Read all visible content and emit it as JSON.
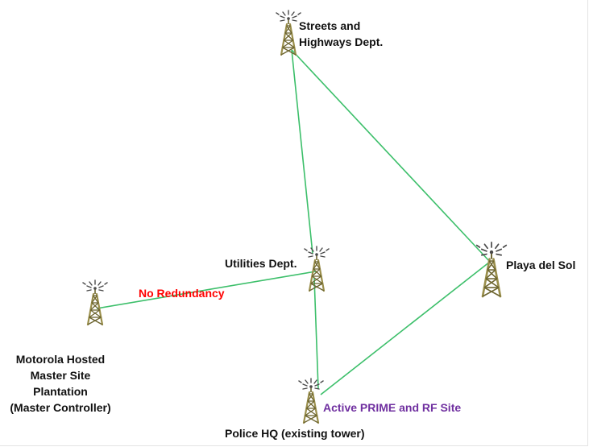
{
  "sites": {
    "streets": {
      "line1": "Streets and",
      "line2": "Highways Dept."
    },
    "utilities": {
      "label": "Utilities Dept."
    },
    "playa": {
      "label": "Playa del Sol"
    },
    "police": {
      "label": "Police HQ (existing tower)"
    },
    "master": {
      "line1": "Motorola Hosted",
      "line2": "Master Site",
      "line3": "Plantation",
      "line4": "(Master Controller)"
    }
  },
  "links": {
    "no_redundancy": {
      "label": "No Redundancy",
      "color": "#ff0000"
    },
    "link_color": "#3cbf6a"
  },
  "annotations": {
    "active_site": {
      "label": "Active PRIME and RF Site",
      "color": "#7030a0"
    }
  },
  "tower_colors": {
    "frame": "#9a8f4c",
    "frame_dark": "#6d6530",
    "waves": "#4a4a4a"
  }
}
